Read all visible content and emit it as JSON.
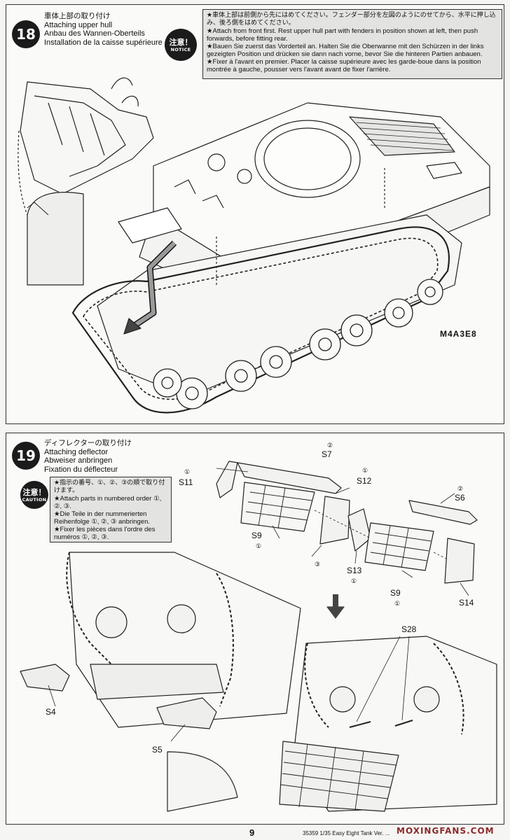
{
  "step18": {
    "number": "18",
    "title_ja": "車体上部の取り付け",
    "title_en": "Attaching upper hull",
    "title_de": "Anbau des Wannen-Oberteils",
    "title_fr": "Installation de la caisse supérieure",
    "notice_ja": "注意！",
    "notice_en": "NOTICE",
    "notes": [
      "★車体上部は前側から先にはめてください。フェンダー部分を左図のようにのせてから、水平に押し込み、後ろ側をはめてください。",
      "★Attach from front first. Rest upper hull part with fenders in position shown at left, then push forwards, before fitting rear.",
      "★Bauen Sie zuerst das Vorderteil an. Halten Sie die Oberwanne mit den Schürzen in der links gezeigten Position und drücken sie dann nach vorne, bevor Sie die hinteren Partien anbauen.",
      "★Fixer à l'avant en premier. Placer la caisse supérieure avec les garde-boue dans la position montrée à gauche, pousser vers l'avant avant de fixer l'arrière."
    ]
  },
  "step19": {
    "number": "19",
    "title_ja": "ディフレクターの取り付け",
    "title_en": "Attaching deflector",
    "title_de": "Abweiser anbringen",
    "title_fr": "Fixation du déflecteur",
    "notice_ja": "注意！",
    "notice_en": "CAUTION",
    "notes": [
      "★指示の番号、①、②、③の順で取り付けます。",
      "★Attach parts in numbered order ①, ②, ③.",
      "★Die Teile in der nummerierten Reihenfolge ①, ②, ③ anbringen.",
      "★Fixer les pièces dans l'ordre des numéros ①, ②, ③."
    ],
    "parts": {
      "s7": "S7",
      "s7_seq": "②",
      "s11": "S11",
      "s11_seq": "①",
      "s12": "S12",
      "s12_seq": "①",
      "s6": "S6",
      "s6_seq": "②",
      "s9a": "S9",
      "s9a_seq": "①",
      "s9b": "S9",
      "s9b_seq": "①",
      "s13": "S13",
      "s13_seq": "①",
      "s14": "S14",
      "seq3": "③",
      "s28": "S28",
      "s4": "S4",
      "s5": "S5"
    }
  },
  "footer": {
    "page_number": "9",
    "kit_info": "35359 1/35 Easy Eight Tank Ver. ...",
    "watermark": "MOXINGFANS.COM",
    "brand_fragment": "M4A3E8"
  }
}
